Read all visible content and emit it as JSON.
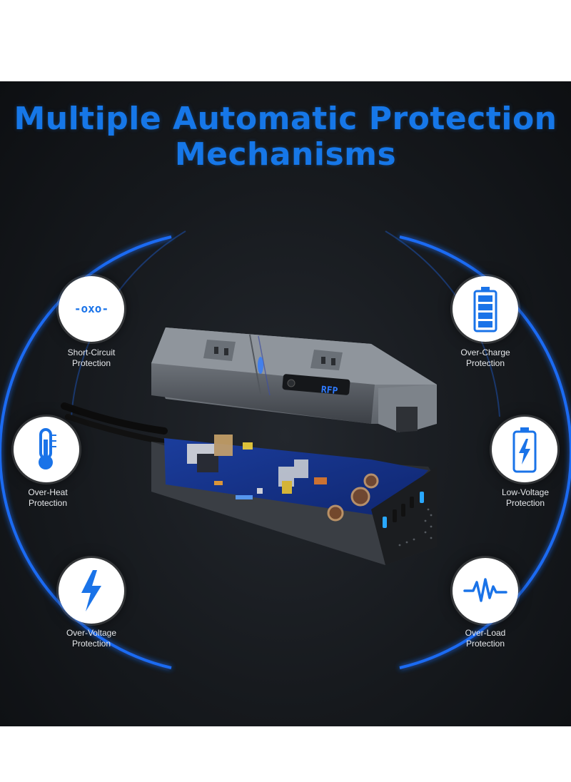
{
  "title": {
    "line1": "Multiple Automatic Protection",
    "line2": "Mechanisms"
  },
  "colors": {
    "accent": "#1677e8",
    "ring": "#1f6fff",
    "background": "#16191d",
    "icon": "#1a73e8"
  },
  "features": [
    {
      "icon": "short-circuit-icon",
      "line1": "Short-Circuit",
      "line2": "Protection",
      "glyph": "-oxo-"
    },
    {
      "icon": "over-heat-icon",
      "line1": "Over-Heat",
      "line2": "Protection"
    },
    {
      "icon": "over-voltage-icon",
      "line1": "Over-Voltage",
      "line2": "Protection"
    },
    {
      "icon": "over-charge-icon",
      "line1": "Over-Charge",
      "line2": "Protection"
    },
    {
      "icon": "low-voltage-icon",
      "line1": "Low-Voltage",
      "line2": "Protection"
    },
    {
      "icon": "over-load-icon",
      "line1": "Over-Load",
      "line2": "Protection"
    }
  ],
  "device": {
    "display": "RFP"
  }
}
